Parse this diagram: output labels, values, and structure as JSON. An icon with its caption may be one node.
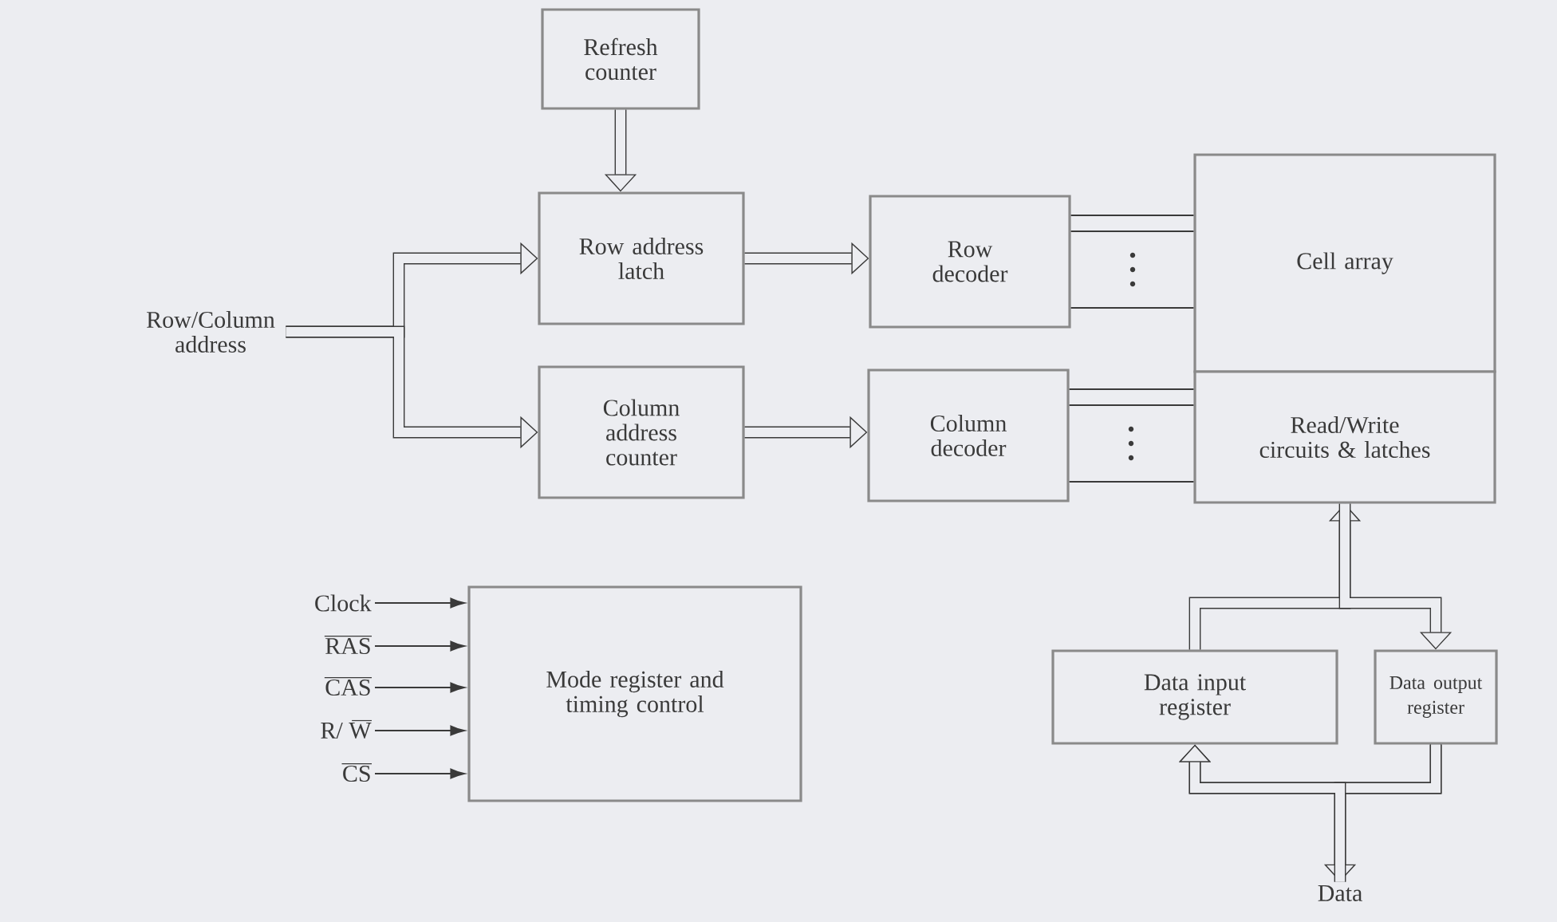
{
  "diagram": {
    "nodes": [
      {
        "text": [
          "Refresh counter"
        ]
      },
      {
        "text": [
          "Row address latch"
        ]
      },
      {
        "text": [
          "Column address counter"
        ]
      },
      {
        "text": [
          "Row decoder"
        ]
      },
      {
        "text": [
          "Column decoder"
        ]
      },
      {
        "text": [
          "Cell array"
        ]
      },
      {
        "text": [
          "Read/Write circuits & latches"
        ]
      },
      {
        "text": [
          "Row/Column address"
        ]
      },
      {
        "text": [
          "Mode register and timing control"
        ]
      },
      {
        "text": [
          "Clock"
        ]
      },
      {
        "text": [
          "RAS"
        ]
      },
      {
        "text": [
          "CAS"
        ]
      },
      {
        "text": [
          "R/ W"
        ]
      },
      {
        "text": [
          "CS"
        ]
      },
      {
        "text": [
          "Data input register"
        ]
      },
      {
        "text": [
          "Data output register"
        ]
      },
      {
        "text": [
          "Data"
        ]
      }
    ],
    "edges": [
      {
        "from": 0,
        "to": 1,
        "arrow": "to"
      },
      {
        "from": 7,
        "to": 1,
        "arrow": "to"
      },
      {
        "from": 7,
        "to": 2,
        "arrow": "to"
      },
      {
        "from": 1,
        "to": 3,
        "arrow": "to"
      },
      {
        "from": 2,
        "to": 4,
        "arrow": "to"
      },
      {
        "from": 3,
        "to": 5,
        "arrow": "none"
      },
      {
        "from": 4,
        "to": 6,
        "arrow": "none"
      },
      {
        "from": 9,
        "to": 8,
        "arrow": "to"
      },
      {
        "from": 10,
        "to": 8,
        "arrow": "to"
      },
      {
        "from": 11,
        "to": 8,
        "arrow": "to"
      },
      {
        "from": 12,
        "to": 8,
        "arrow": "to"
      },
      {
        "from": 13,
        "to": 8,
        "arrow": "to"
      },
      {
        "from": 14,
        "to": 6,
        "arrow": "to"
      },
      {
        "from": 6,
        "to": 15,
        "arrow": "to"
      },
      {
        "from": 15,
        "to": 14,
        "arrow": "to"
      },
      {
        "from": 15,
        "to": 16,
        "arrow": "to"
      },
      {
        "from": 16,
        "to": 14,
        "arrow": "to"
      }
    ]
  }
}
